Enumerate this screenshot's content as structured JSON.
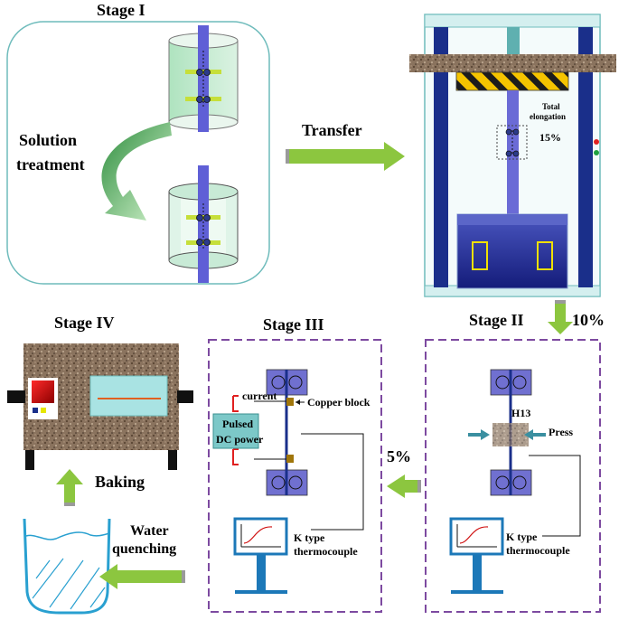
{
  "stage1": {
    "title": "Stage I",
    "label_line1": "Solution",
    "label_line2": "treatment"
  },
  "transfer": {
    "label": "Transfer"
  },
  "tensile": {
    "elong_line1": "Total",
    "elong_line2": "elongation",
    "elong_value": "15%"
  },
  "stage2": {
    "title": "Stage II",
    "strain": "10%",
    "die_label": "H13",
    "press_label": "Press",
    "tc_line1": "K type",
    "tc_line2": "thermocouple"
  },
  "arrow_5": {
    "label": "5%"
  },
  "stage3": {
    "title": "Stage III",
    "current_label": "current",
    "copper_label": "Copper block",
    "power_line1": "Pulsed",
    "power_line2": "DC power",
    "tc_line1": "K type",
    "tc_line2": "thermocouple"
  },
  "stage4": {
    "title": "Stage IV",
    "baking_label": "Baking"
  },
  "quench": {
    "label_line1": "Water",
    "label_line2": "quenching"
  },
  "colors": {
    "green_arrow": "#8cc63f",
    "teal_frame": "#5fb3b3",
    "dashed_frame": "#7d4aa0",
    "blue_column": "#1a2f8a",
    "specimen": "#6b6bd6",
    "grip": "#7070d0"
  }
}
